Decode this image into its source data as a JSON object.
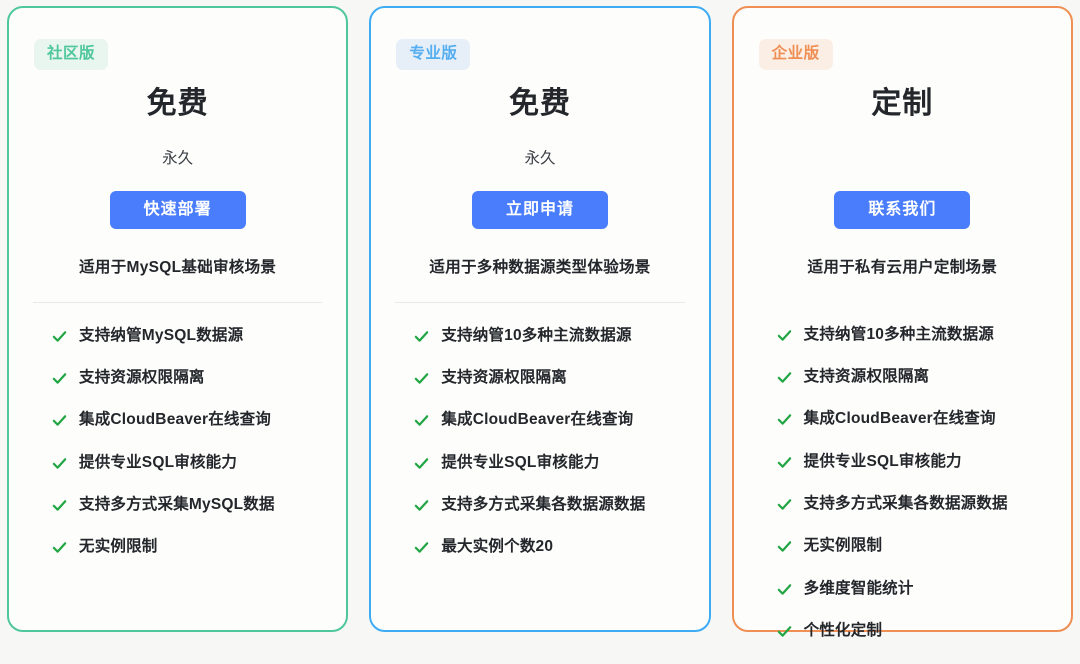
{
  "theme": {
    "page_background": "#f7f7f5",
    "card_background": "#fdfdfb",
    "cta_color": "#4a7dfb",
    "check_color": "#22a645",
    "text_color": "#23262b",
    "divider_color": "#e9e9e6"
  },
  "plans": [
    {
      "badge": "社区版",
      "badge_bg": "#e9f5ef",
      "badge_color": "#4fc79d",
      "border_color": "#4fc79d",
      "price": "免费",
      "period": "永久",
      "cta_label": "快速部署",
      "tagline": "适用于MySQL基础审核场景",
      "features": [
        "支持纳管MySQL数据源",
        "支持资源权限隔离",
        "集成CloudBeaver在线查询",
        "提供专业SQL审核能力",
        "支持多方式采集MySQL数据",
        "无实例限制"
      ]
    },
    {
      "badge": "专业版",
      "badge_bg": "#e6eef8",
      "badge_color": "#55aef0",
      "border_color": "#3dacf5",
      "price": "免费",
      "period": "永久",
      "cta_label": "立即申请",
      "tagline": "适用于多种数据源类型体验场景",
      "features": [
        "支持纳管10多种主流数据源",
        "支持资源权限隔离",
        "集成CloudBeaver在线查询",
        "提供专业SQL审核能力",
        "支持多方式采集各数据源数据",
        "最大实例个数20"
      ]
    },
    {
      "badge": "企业版",
      "badge_bg": "#faeee5",
      "badge_color": "#ef8f54",
      "border_color": "#ef8f54",
      "price": "定制",
      "period": "",
      "cta_label": "联系我们",
      "tagline": "适用于私有云用户定制场景",
      "features": [
        "支持纳管10多种主流数据源",
        "支持资源权限隔离",
        "集成CloudBeaver在线查询",
        "提供专业SQL审核能力",
        "支持多方式采集各数据源数据",
        "无实例限制",
        "多维度智能统计",
        "个性化定制"
      ]
    }
  ]
}
